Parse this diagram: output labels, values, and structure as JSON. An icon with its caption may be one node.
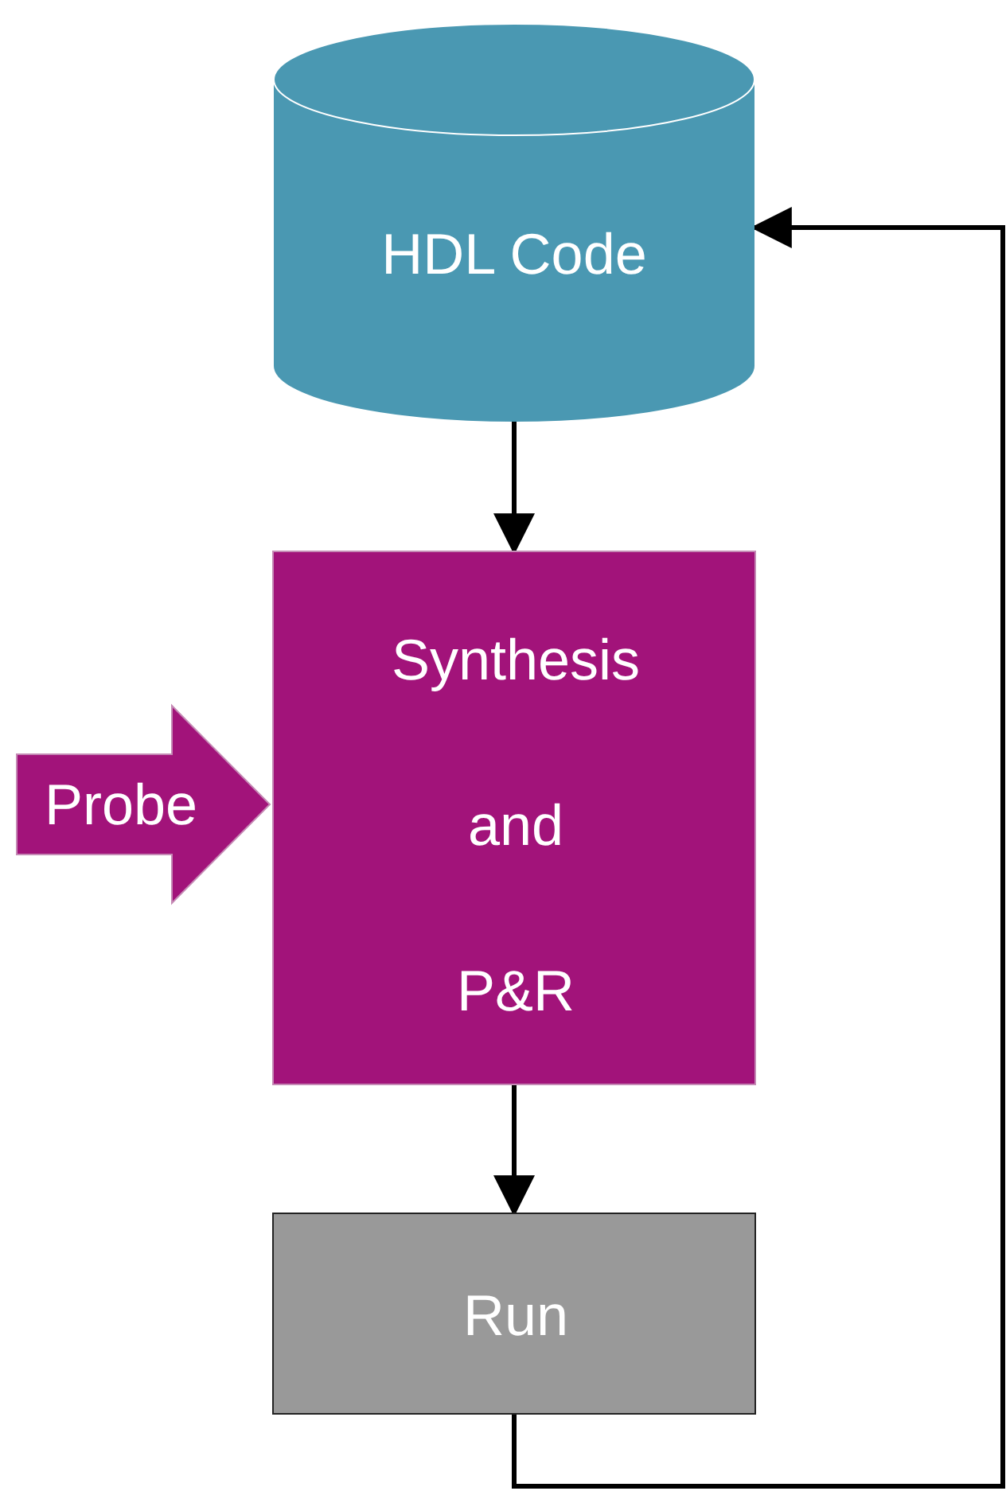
{
  "diagram": {
    "nodes": [
      {
        "text": [
          "HDL Code"
        ]
      },
      {
        "text": [
          "Synthesis and P&R"
        ]
      },
      {
        "text": [
          "Run"
        ]
      },
      {
        "text": [
          "Probe"
        ]
      }
    ],
    "edges": [
      {
        "from": 0,
        "to": 1,
        "arrow": "to"
      },
      {
        "from": 1,
        "to": 2,
        "arrow": "to"
      },
      {
        "from": 2,
        "to": 0,
        "arrow": "to"
      }
    ]
  }
}
